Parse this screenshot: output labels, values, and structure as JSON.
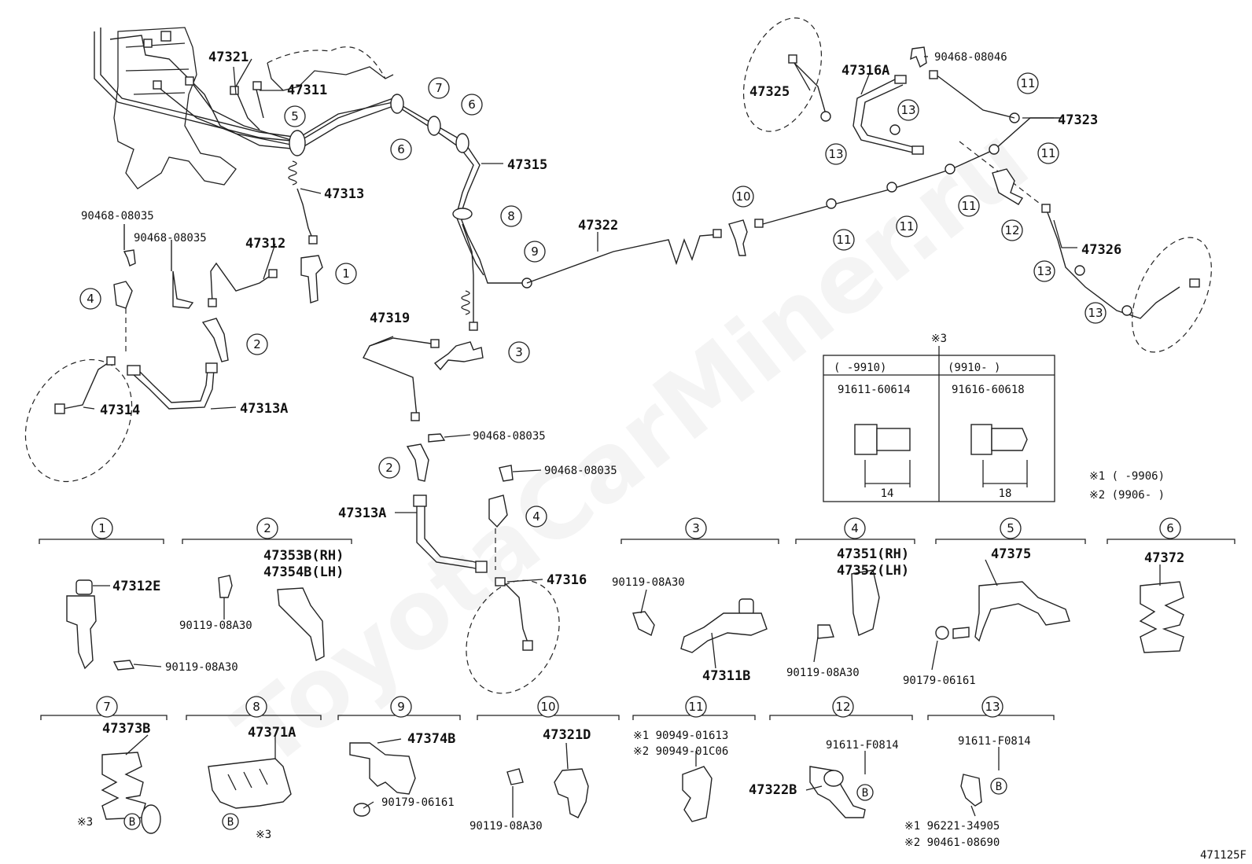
{
  "watermark": "ToyotaCarMiner.ru",
  "diagram_code": "471125F",
  "labels": [
    {
      "id": "p47321",
      "text": "47321"
    },
    {
      "id": "p47311",
      "text": "47311"
    },
    {
      "id": "p47313",
      "text": "47313"
    },
    {
      "id": "p47315",
      "text": "47315"
    },
    {
      "id": "p47322",
      "text": "47322"
    },
    {
      "id": "p47312",
      "text": "47312"
    },
    {
      "id": "p9046808035a",
      "text": "90468-08035"
    },
    {
      "id": "p9046808035b",
      "text": "90468-08035"
    },
    {
      "id": "p47319",
      "text": "47319"
    },
    {
      "id": "p47314",
      "text": "47314"
    },
    {
      "id": "p47313A1",
      "text": "47313A"
    },
    {
      "id": "p9046808035c",
      "text": "90468-08035"
    },
    {
      "id": "p9046808035d",
      "text": "90468-08035"
    },
    {
      "id": "p47313A2",
      "text": "47313A"
    },
    {
      "id": "p47316",
      "text": "47316"
    },
    {
      "id": "p47325",
      "text": "47325"
    },
    {
      "id": "p47316A",
      "text": "47316A"
    },
    {
      "id": "p9046808046",
      "text": "90468-08046"
    },
    {
      "id": "p47323",
      "text": "47323"
    },
    {
      "id": "p47326",
      "text": "47326"
    },
    {
      "id": "p47312E",
      "text": "47312E"
    },
    {
      "id": "p9011908A30a",
      "text": "90119-08A30"
    },
    {
      "id": "p47353B",
      "text": "47353B(RH)"
    },
    {
      "id": "p47354B",
      "text": "47354B(LH)"
    },
    {
      "id": "p9011908A30b",
      "text": "90119-08A30"
    },
    {
      "id": "p9011908A30c",
      "text": "90119-08A30"
    },
    {
      "id": "p47311B",
      "text": "47311B"
    },
    {
      "id": "p47351",
      "text": "47351(RH)"
    },
    {
      "id": "p47352",
      "text": "47352(LH)"
    },
    {
      "id": "p9011908A30d",
      "text": "90119-08A30"
    },
    {
      "id": "p47375",
      "text": "47375"
    },
    {
      "id": "p9017906161a",
      "text": "90179-06161"
    },
    {
      "id": "p47372",
      "text": "47372"
    },
    {
      "id": "p47373B",
      "text": "47373B"
    },
    {
      "id": "p47371A",
      "text": "47371A"
    },
    {
      "id": "p47374B",
      "text": "47374B"
    },
    {
      "id": "p9017906161b",
      "text": "90179-06161"
    },
    {
      "id": "p47321D",
      "text": "47321D"
    },
    {
      "id": "p9011908A30e",
      "text": "90119-08A30"
    },
    {
      "id": "p9094901613",
      "text": "※1 90949-01613"
    },
    {
      "id": "p9094901C06",
      "text": "※2 90949-01C06"
    },
    {
      "id": "p91611F0814a",
      "text": "91611-F0814"
    },
    {
      "id": "p47322B",
      "text": "47322B"
    },
    {
      "id": "p91611F0814b",
      "text": "91611-F0814"
    },
    {
      "id": "p9622134905",
      "text": "※1 96221-34905"
    },
    {
      "id": "p9046108690",
      "text": "※2 90461-08690"
    },
    {
      "id": "mk3a",
      "text": "※3"
    },
    {
      "id": "mk3b",
      "text": "※3"
    }
  ],
  "table": {
    "title": "※3",
    "col1_range": "(    -9910)",
    "col2_range": "(9910-    )",
    "col1_part": "91611-60614",
    "col2_part": "91616-60618",
    "col1_dim": "14",
    "col2_dim": "18"
  },
  "legend": {
    "note1": "※1 (    -9906)",
    "note2": "※2 (9906-    )"
  },
  "callouts": [
    {
      "id": "c5",
      "text": "5"
    },
    {
      "id": "c7",
      "text": "7"
    },
    {
      "id": "c6a",
      "text": "6"
    },
    {
      "id": "c6b",
      "text": "6"
    },
    {
      "id": "c8",
      "text": "8"
    },
    {
      "id": "c9",
      "text": "9"
    },
    {
      "id": "c10",
      "text": "10"
    },
    {
      "id": "c1",
      "text": "1"
    },
    {
      "id": "c4a",
      "text": "4"
    },
    {
      "id": "c2a",
      "text": "2"
    },
    {
      "id": "c3",
      "text": "3"
    },
    {
      "id": "c2b",
      "text": "2"
    },
    {
      "id": "c4b",
      "text": "4"
    },
    {
      "id": "c13a",
      "text": "13"
    },
    {
      "id": "c13b",
      "text": "13"
    },
    {
      "id": "c11a",
      "text": "11"
    },
    {
      "id": "c11b",
      "text": "11"
    },
    {
      "id": "c11c",
      "text": "11"
    },
    {
      "id": "c11d",
      "text": "11"
    },
    {
      "id": "c11e",
      "text": "11"
    },
    {
      "id": "c12",
      "text": "12"
    },
    {
      "id": "c13c",
      "text": "13"
    },
    {
      "id": "c13d",
      "text": "13"
    }
  ],
  "sections": [
    {
      "id": "s1",
      "text": "1"
    },
    {
      "id": "s2",
      "text": "2"
    },
    {
      "id": "s3",
      "text": "3"
    },
    {
      "id": "s4",
      "text": "4"
    },
    {
      "id": "s5",
      "text": "5"
    },
    {
      "id": "s6",
      "text": "6"
    },
    {
      "id": "s7",
      "text": "7"
    },
    {
      "id": "s8",
      "text": "8"
    },
    {
      "id": "s9",
      "text": "9"
    },
    {
      "id": "s10",
      "text": "10"
    },
    {
      "id": "s11",
      "text": "11"
    },
    {
      "id": "s12",
      "text": "12"
    },
    {
      "id": "s13",
      "text": "13"
    }
  ],
  "bolt_marks": [
    {
      "id": "b1",
      "text": "B"
    },
    {
      "id": "b2",
      "text": "B"
    },
    {
      "id": "b3",
      "text": "B"
    },
    {
      "id": "b4",
      "text": "B"
    }
  ]
}
